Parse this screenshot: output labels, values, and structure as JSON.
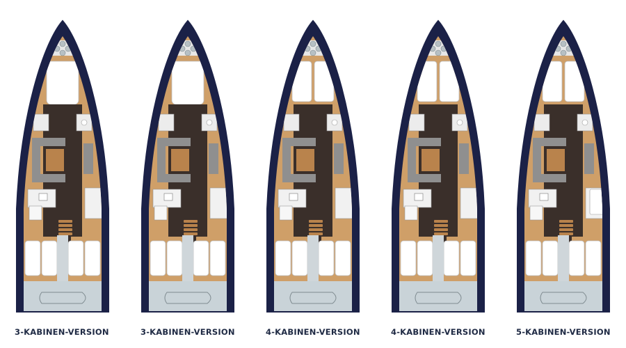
{
  "colors": {
    "hull": "#1b2147",
    "wood": "#cf9f68",
    "wood_dark": "#b9834c",
    "floor": "#3a2f2a",
    "sofa": "#8f8f8f",
    "bed": "#ffffff",
    "cockpit": "#c9d3d8",
    "caption": "#1f2a44"
  },
  "layouts": [
    {
      "id": "v1",
      "caption": "3-KABINEN-VERSION",
      "cabins": 3,
      "fore_cabin": "double",
      "aft_cabins": 2,
      "aft_right_variant": "head"
    },
    {
      "id": "v2",
      "caption": "3-KABINEN-VERSION",
      "cabins": 3,
      "fore_cabin": "double",
      "aft_cabins": 2,
      "aft_right_variant": "head"
    },
    {
      "id": "v3",
      "caption": "4-KABINEN-VERSION",
      "cabins": 4,
      "fore_cabin": "split",
      "aft_cabins": 2,
      "aft_right_variant": "head"
    },
    {
      "id": "v4",
      "caption": "4-KABINEN-VERSION",
      "cabins": 4,
      "fore_cabin": "split",
      "aft_cabins": 2,
      "aft_right_variant": "head"
    },
    {
      "id": "v5",
      "caption": "5-KABINEN-VERSION",
      "cabins": 5,
      "fore_cabin": "split",
      "aft_cabins": 2,
      "aft_right_variant": "bunk"
    }
  ]
}
